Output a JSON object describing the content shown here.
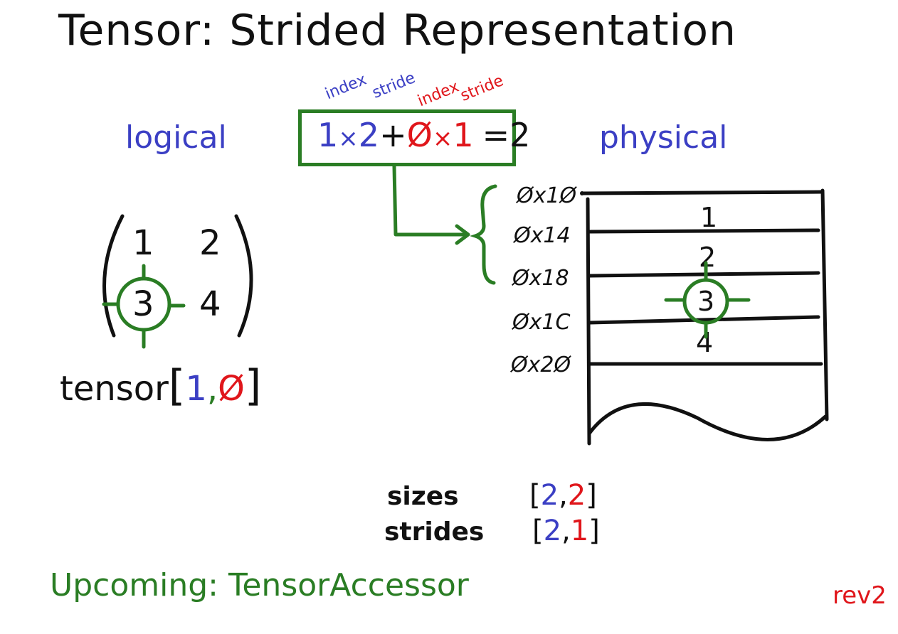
{
  "title": "Tensor: Strided Representation",
  "labels": {
    "logical": "logical",
    "physical": "physical"
  },
  "equation": {
    "annotations": [
      "index",
      "stride",
      "index",
      "stride"
    ],
    "index1": "1",
    "times1": "×",
    "stride1": "2",
    "plus": "+",
    "index2": "Ø",
    "times2": "×",
    "stride2": "1",
    "equals": "=",
    "result": "2"
  },
  "matrix": {
    "cells": [
      "1",
      "2",
      "3",
      "4"
    ]
  },
  "tensor_expr": {
    "name": "tensor",
    "open": "[",
    "idx1": "1",
    "comma": ",",
    "idx2": "Ø",
    "close": "]"
  },
  "memory": {
    "addresses": [
      "Øx1Ø",
      "Øx14",
      "Øx18",
      "Øx1C",
      "Øx2Ø"
    ],
    "values": [
      "1",
      "2",
      "3",
      "4"
    ]
  },
  "metadata": {
    "sizes_label": "sizes",
    "sizes_open": "[",
    "sizes_a": "2",
    "sizes_comma": ",",
    "sizes_b": "2",
    "sizes_close": "]",
    "strides_label": "strides",
    "strides_open": "[",
    "strides_a": "2",
    "strides_comma": ",",
    "strides_b": "1",
    "strides_close": "]"
  },
  "footer": {
    "upcoming": "Upcoming:  TensorAccessor",
    "rev": "rev2"
  },
  "colors": {
    "blue": "#3b3fc4",
    "red": "#e0161b",
    "green": "#2a7d24",
    "ink": "#111111"
  }
}
